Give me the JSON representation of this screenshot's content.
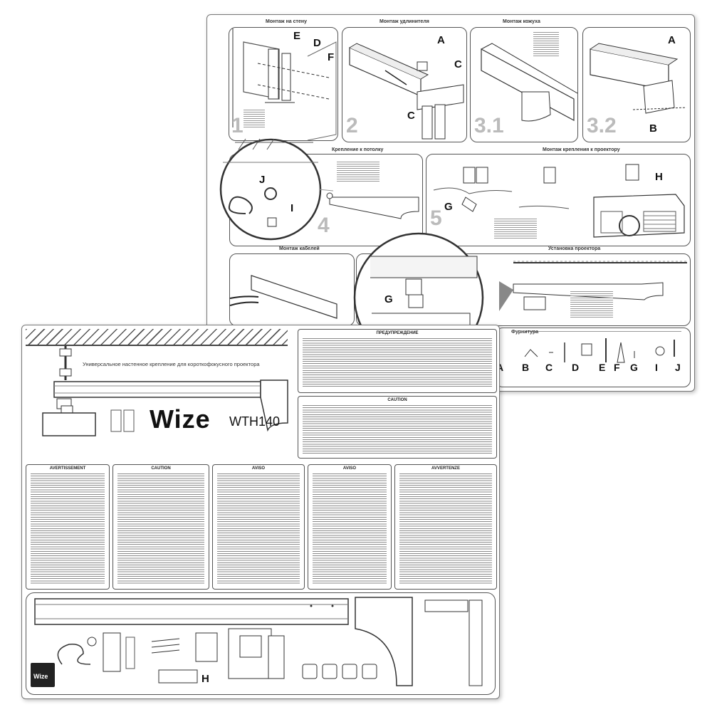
{
  "brand": {
    "name": "Wize",
    "model": "WTH140"
  },
  "back_sheet": {
    "panels": [
      {
        "title": "Монтаж на стену",
        "step": "1",
        "letters": [
          "E",
          "D",
          "F"
        ]
      },
      {
        "title": "Монтаж удлинителя",
        "step": "2",
        "letters": [
          "A",
          "C",
          "C"
        ]
      },
      {
        "title": "Монтаж кожуха",
        "step": "3.1",
        "letters": []
      },
      {
        "title": "",
        "step": "3.2",
        "letters": [
          "A",
          "B"
        ]
      },
      {
        "title": "Крепление к потолку",
        "step": "4",
        "letters": [
          "J",
          "I"
        ]
      },
      {
        "title": "Монтаж крепления к проектору",
        "step": "5",
        "letters": [
          "G",
          "H"
        ]
      },
      {
        "title": "Монтаж кабелей",
        "step": "",
        "letters": []
      },
      {
        "title": "Установка проектора",
        "step": "",
        "letters": [
          "G"
        ]
      }
    ],
    "fittings": {
      "title": "Фурнитура",
      "items": [
        {
          "letter": "A"
        },
        {
          "letter": "B"
        },
        {
          "letter": "C"
        },
        {
          "letter": "D"
        },
        {
          "letter": "E"
        },
        {
          "letter": "F"
        },
        {
          "letter": "G"
        },
        {
          "letter": "I"
        },
        {
          "letter": "J"
        }
      ]
    }
  },
  "front_sheet": {
    "headline": "Универсальное настенное крепление для короткофокусного проектора",
    "warnings_top": [
      {
        "heading": "ПРЕДУПРЕЖДЕНИЕ"
      },
      {
        "heading": "CAUTION"
      }
    ],
    "warnings_columns": [
      {
        "heading": "AVERTISSEMENT"
      },
      {
        "heading": "CAUTION"
      },
      {
        "heading": "AVISO"
      },
      {
        "heading": "AVISO"
      },
      {
        "heading": "AVVERTENZE"
      }
    ],
    "parts_tray_letter": "H",
    "box_label": "Wize"
  },
  "colors": {
    "border": "#555555",
    "step_number": "#bbbbbb",
    "text": "#111111"
  }
}
